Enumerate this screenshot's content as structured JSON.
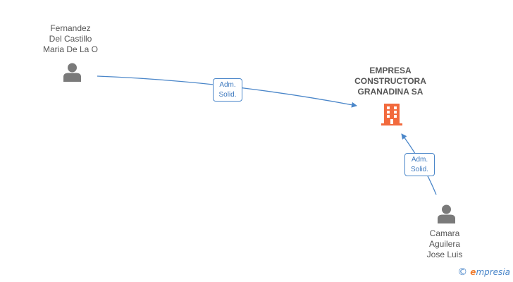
{
  "nodes": {
    "person1": {
      "lines": [
        "Fernandez",
        "Del Castillo",
        "Maria De La O"
      ]
    },
    "company": {
      "lines": [
        "EMPRESA",
        "CONSTRUCTORA",
        "GRANADINA SA"
      ]
    },
    "person2": {
      "lines": [
        "Camara",
        "Aguilera",
        "Jose Luis"
      ]
    }
  },
  "edges": [
    {
      "from": "person1",
      "to": "company",
      "label": [
        "Adm.",
        "Solid."
      ]
    },
    {
      "from": "person2",
      "to": "company",
      "label": [
        "Adm.",
        "Solid."
      ]
    }
  ],
  "colors": {
    "edge": "#4a86c9",
    "person": "#7a7a7a",
    "company": "#f26a3d"
  },
  "brand": {
    "copyright": "©",
    "e": "e",
    "rest": "mpresia"
  }
}
